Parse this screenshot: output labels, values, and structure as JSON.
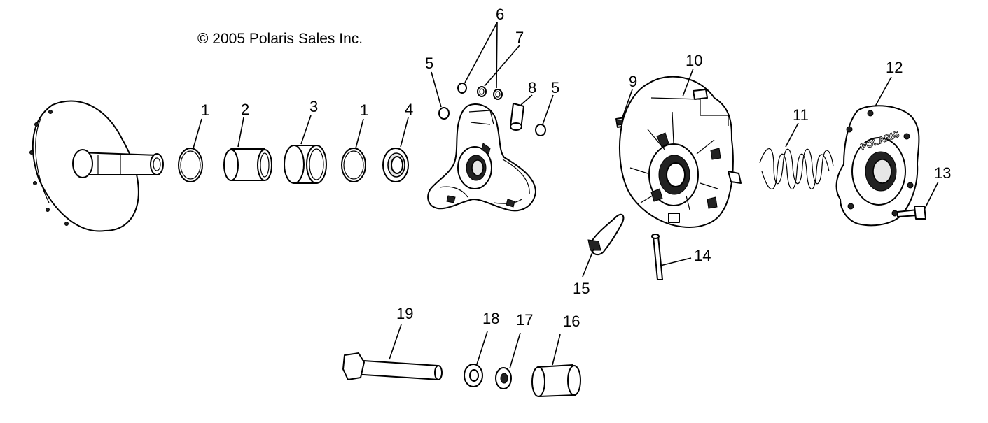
{
  "copyright": "© 2005 Polaris Sales Inc.",
  "logo_text": "POLARIS",
  "labels": {
    "l1a": "1",
    "l2": "2",
    "l3": "3",
    "l1b": "1",
    "l4": "4",
    "l5a": "5",
    "l6": "6",
    "l7": "7",
    "l8": "8",
    "l5b": "5",
    "l9": "9",
    "l10": "10",
    "l11": "11",
    "l12": "12",
    "l13": "13",
    "l14": "14",
    "l15": "15",
    "l16": "16",
    "l17": "17",
    "l18": "18",
    "l19": "19"
  }
}
